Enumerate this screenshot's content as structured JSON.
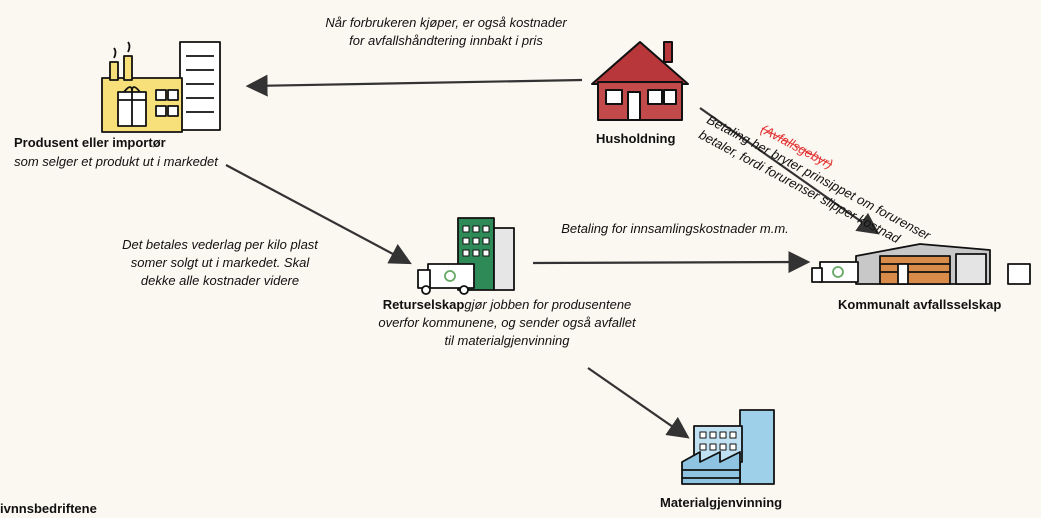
{
  "nodes": {
    "producer": {
      "label": "Produsent eller importør",
      "desc": "som selger et produkt ut i markedet"
    },
    "household": {
      "label": "Husholdning"
    },
    "return_company": {
      "label": "Returselskap",
      "desc": "gjør jobben for produsentene overfor kommunene, og sender også avfallet til materialgjenvinning"
    },
    "municipal": {
      "label": "Kommunalt avfallsselskap"
    },
    "recycling": {
      "label": "Materialgjenvinning"
    }
  },
  "edges": {
    "household_to_producer": "Når forbrukeren kjøper, er også kostnader for avfallshåndtering innbakt i pris",
    "household_to_municipal_struck": "(Avfallsgebyr)",
    "household_to_municipal": "Betaling her bryter prinsippet om forurenser betaler, fordi forurenser slipper kostnad",
    "producer_to_return": "Det betales vederlag per kilo plast somer solgt ut i markedet. Skal dekke alle kostnader videre",
    "return_to_municipal": "Betaling for innsamlingskostnader m.m."
  },
  "footer_fragment": "ivnnsbedriftene"
}
